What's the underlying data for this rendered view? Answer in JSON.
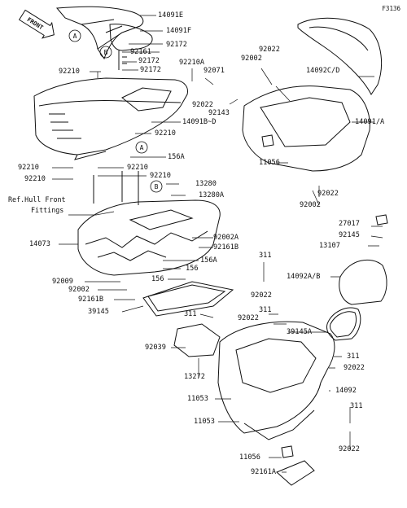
{
  "document": {
    "code": "F3136"
  },
  "front_badge": "FRONT",
  "callouts": {
    "a": "A",
    "b": "B"
  },
  "parts": {
    "p14091e": "14091E",
    "p14091f": "14091F",
    "p92172a": "92172",
    "p92161": "92161",
    "p92172b": "92172",
    "p92172c": "92172",
    "p92210a_top": "92210",
    "p92210a": "92210A",
    "p92071": "92071",
    "p92022_top": "92022",
    "p92143": "92143",
    "p14091bd": "14091B~D",
    "p92210_mid": "92210",
    "p156a": "156A",
    "p92210_l1": "92210",
    "p92210_l2": "92210",
    "p92210_c1": "92210",
    "p92210_c2": "92210",
    "p13280": "13280",
    "p13280a": "13280A",
    "ref_hull_1": "Ref.Hull Front",
    "ref_hull_2": "Fittings",
    "p14073": "14073",
    "p92002a": "92002A",
    "p92161b_1": "92161B",
    "p156a_2": "156A",
    "p156": "156",
    "p92009": "92009",
    "p92002_l": "92002",
    "p92161b_2": "92161B",
    "p156_b": "156",
    "p39145": "39145",
    "p92022_r1": "92022",
    "p92002_r1": "92002",
    "p14092cd": "14092C/D",
    "p14091a": "14091/A",
    "p11056_top": "11056",
    "p92022_r2": "92022",
    "p92002_r2": "92002",
    "p27017": "27017",
    "p92145": "92145",
    "p13107": "13107",
    "p311_a": "311",
    "p14092ab": "14092A/B",
    "p92022_m": "92022",
    "p311_b": "311",
    "p311_c": "311",
    "p92022_m2": "92022",
    "p39145a": "39145A",
    "p92039": "92039",
    "p13272": "13272",
    "p311_d": "311",
    "p92022_r3": "92022",
    "p14092": "14092",
    "p11053_1": "11053",
    "p11053_2": "11053",
    "p311_e": "311",
    "p92022_r4": "92022",
    "p11056_b": "11056",
    "p92161a": "92161A"
  }
}
